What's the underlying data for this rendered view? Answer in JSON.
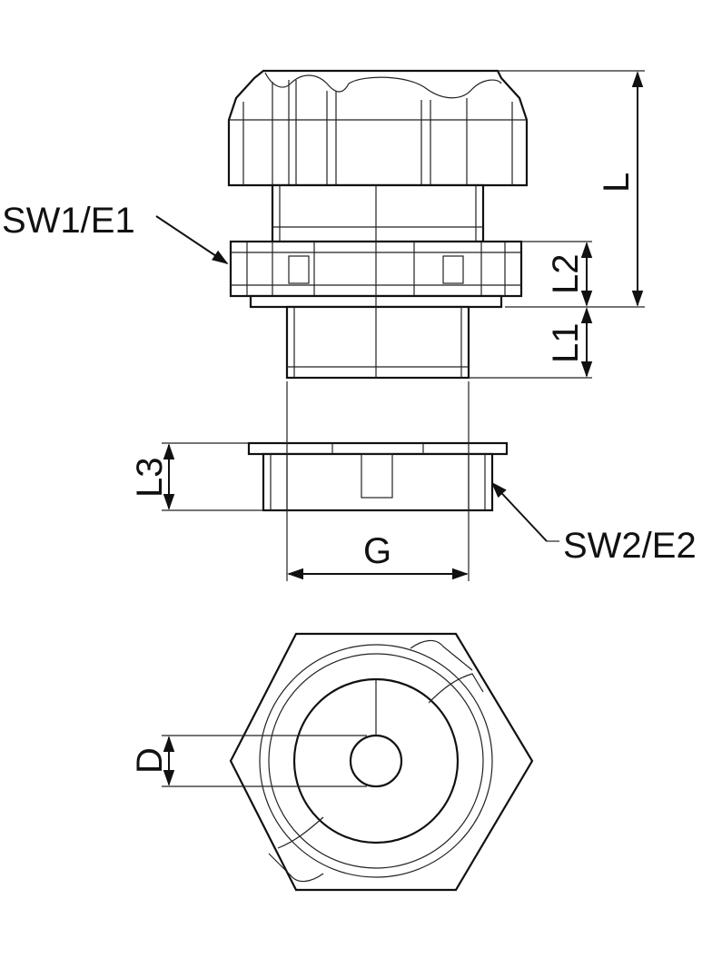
{
  "diagram": {
    "labels": {
      "sw1": "SW1/E1",
      "sw2": "SW2/E2",
      "L": "L",
      "L1": "L1",
      "L2": "L2",
      "L3": "L3",
      "G": "G",
      "D": "D"
    }
  }
}
